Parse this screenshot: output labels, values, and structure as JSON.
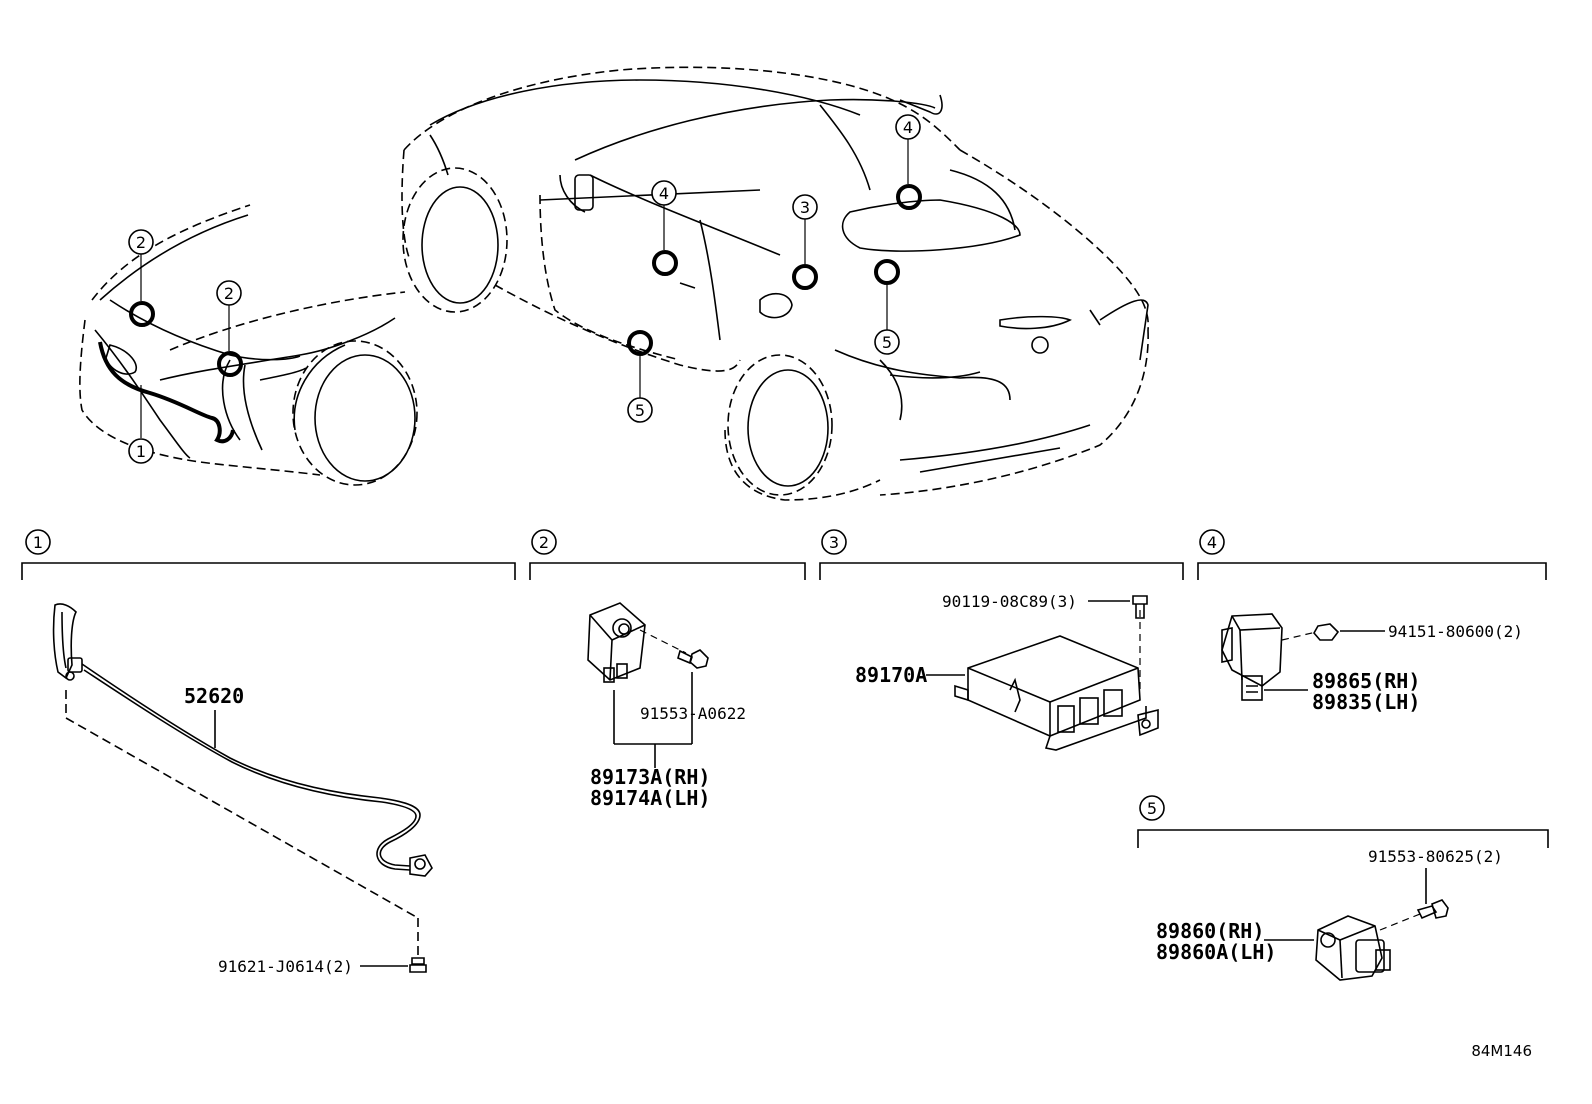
{
  "diagram_code": "84M146",
  "callouts": {
    "c1": "1",
    "c2": "2",
    "c3": "3",
    "c4": "4",
    "c5": "5"
  },
  "sections": [
    {
      "id": "1",
      "parts": [
        "52620",
        "91621-J0614(2)"
      ]
    },
    {
      "id": "2",
      "parts": [
        "91553-A0622",
        "89173A(RH)",
        "89174A(LH)"
      ]
    },
    {
      "id": "3",
      "parts": [
        "90119-08C89(3)",
        "89170A"
      ]
    },
    {
      "id": "4",
      "parts": [
        "94151-80600(2)",
        "89865(RH)",
        "89835(LH)"
      ]
    },
    {
      "id": "5",
      "parts": [
        "91553-80625(2)",
        "89860(RH)",
        "89860A(LH)"
      ]
    }
  ]
}
